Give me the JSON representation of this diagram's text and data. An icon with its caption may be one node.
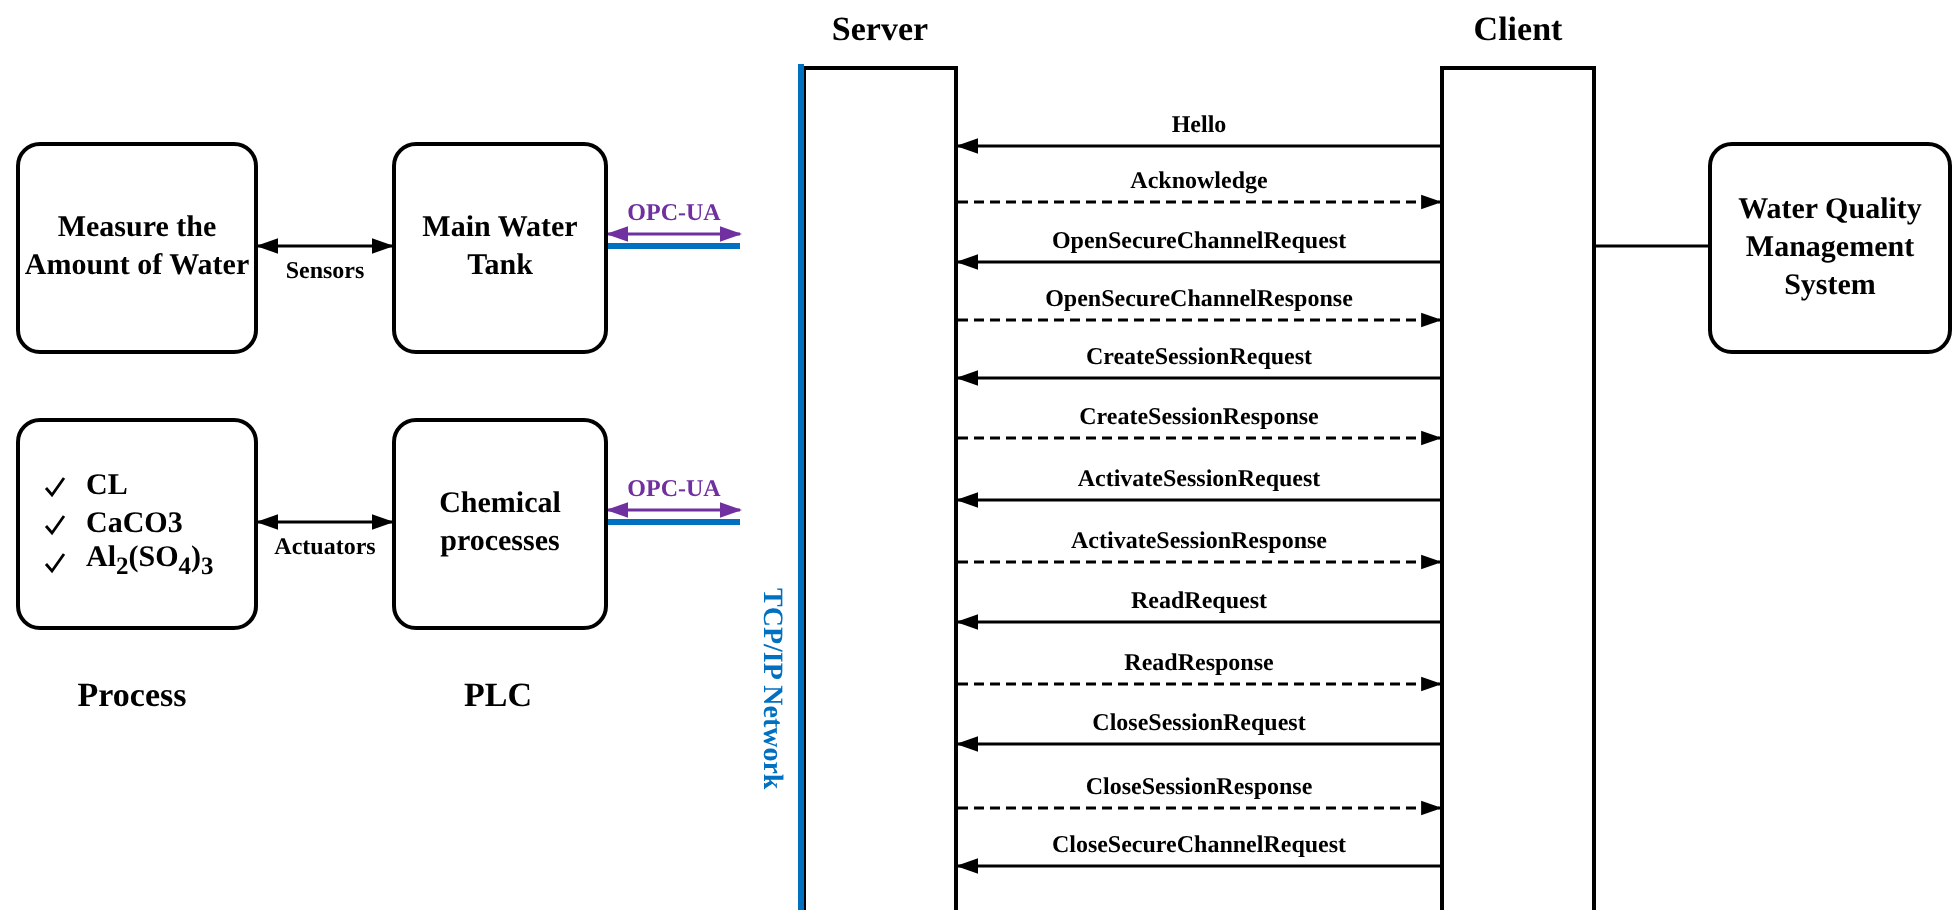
{
  "diagram": {
    "nodes": [
      {
        "text": [
          "Measure the Amount of Water"
        ]
      },
      {
        "text": [
          "Main Water Tank"
        ]
      },
      {
        "text": [
          "CL",
          "CaCO3",
          "Al$_{2}$(SO$_{4}$)$_{3}$"
        ]
      },
      {
        "text": [
          "Chemical processes"
        ]
      },
      {
        "text": [
          "Server"
        ]
      },
      {
        "text": [
          "Client"
        ]
      },
      {
        "text": [
          "Water Quality Management System"
        ]
      },
      {
        "text": [
          "TCP/IP Network"
        ]
      }
    ],
    "edges": [
      {
        "from": 0,
        "to": 1,
        "arrow": "both",
        "label": "Sensors"
      },
      {
        "from": 1,
        "to": 7,
        "arrow": "both",
        "label": "OPC-UA",
        "color": "#7030a0"
      },
      {
        "from": 1,
        "to": 7,
        "arrow": "none",
        "color": "#0070c0"
      },
      {
        "from": 2,
        "to": 3,
        "arrow": "both",
        "label": "Actuators"
      },
      {
        "from": 3,
        "to": 7,
        "arrow": "both",
        "label": "OPC-UA",
        "color": "#7030a0"
      },
      {
        "from": 3,
        "to": 7,
        "arrow": "none",
        "color": "#0070c0"
      },
      {
        "from": 5,
        "to": 4,
        "arrow": "to",
        "label": "Hello"
      },
      {
        "from": 4,
        "to": 5,
        "arrow": "to",
        "label": "Acknowledge",
        "style": "dashed"
      },
      {
        "from": 5,
        "to": 4,
        "arrow": "to",
        "label": "OpenSecureChannelRequest"
      },
      {
        "from": 4,
        "to": 5,
        "arrow": "to",
        "label": "OpenSecureChannelResponse",
        "style": "dashed"
      },
      {
        "from": 5,
        "to": 4,
        "arrow": "to",
        "label": "CreateSessionRequest"
      },
      {
        "from": 4,
        "to": 5,
        "arrow": "to",
        "label": "CreateSessionResponse",
        "style": "dashed"
      },
      {
        "from": 5,
        "to": 4,
        "arrow": "to",
        "label": "ActivateSessionRequest"
      },
      {
        "from": 4,
        "to": 5,
        "arrow": "to",
        "label": "ActivateSessionResponse",
        "style": "dashed"
      },
      {
        "from": 5,
        "to": 4,
        "arrow": "to",
        "label": "ReadRequest"
      },
      {
        "from": 4,
        "to": 5,
        "arrow": "to",
        "label": "ReadResponse",
        "style": "dashed"
      },
      {
        "from": 5,
        "to": 4,
        "arrow": "to",
        "label": "CloseSessionRequest"
      },
      {
        "from": 4,
        "to": 5,
        "arrow": "to",
        "label": "CloseSessionResponse",
        "style": "dashed"
      },
      {
        "from": 5,
        "to": 4,
        "arrow": "to",
        "label": "CloseSecureChannelRequest"
      },
      {
        "from": 5,
        "to": 6,
        "arrow": "none"
      }
    ],
    "labels": [
      "Process",
      "PLC"
    ]
  }
}
